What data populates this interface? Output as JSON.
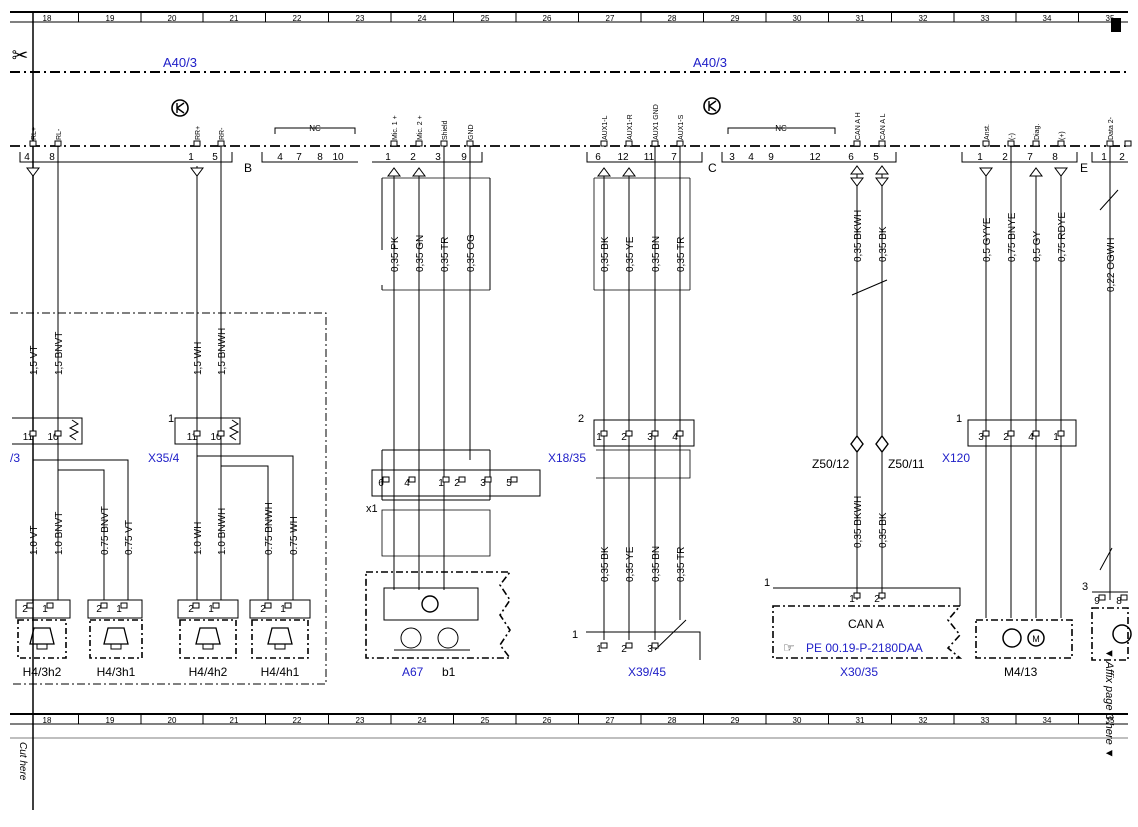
{
  "grid": {
    "columns": [
      "18",
      "19",
      "20",
      "21",
      "22",
      "23",
      "24",
      "25",
      "26",
      "27",
      "28",
      "29",
      "30",
      "31",
      "32",
      "33",
      "34",
      "35"
    ]
  },
  "headers": {
    "left_component": "A40/3",
    "right_component": "A40/3"
  },
  "connectors": {
    "b": "B",
    "c": "C",
    "e": "E"
  },
  "pins": {
    "b_pins": [
      {
        "label": "RL+",
        "num": "4"
      },
      {
        "label": "RL-",
        "num": "8"
      },
      {
        "label": "RR+",
        "num": "1"
      },
      {
        "label": "RR-",
        "num": "5"
      }
    ],
    "nc_left": [
      "4",
      "7",
      "8",
      "10"
    ],
    "mic_pins": [
      {
        "label": "Mic. 1 +",
        "num": "1"
      },
      {
        "label": "Mic. 2 +",
        "num": "2"
      },
      {
        "label": "Shield",
        "num": "3"
      },
      {
        "label": "GND",
        "num": "9"
      }
    ],
    "aux_pins": [
      {
        "label": "AUX1-L",
        "num": "6"
      },
      {
        "label": "AUX1-R",
        "num": "12"
      },
      {
        "label": "AUX1 GND",
        "num": "11"
      },
      {
        "label": "AUX1-S",
        "num": "7"
      }
    ],
    "nc_right": [
      "3",
      "4",
      "9",
      "12"
    ],
    "can_pins": [
      {
        "label": "CAN A H",
        "num": "6"
      },
      {
        "label": "CAN A L",
        "num": "5"
      }
    ],
    "fan_pins": [
      {
        "label": "Anst.",
        "num": "1"
      },
      {
        "label": "(-)",
        "num": "2"
      },
      {
        "label": "Diag.",
        "num": "7"
      },
      {
        "label": "(+)",
        "num": "8"
      }
    ],
    "e_pins": [
      {
        "label": "Data 2-",
        "num": "1"
      },
      {
        "label": "",
        "num": "2"
      }
    ],
    "nc_label": "NC"
  },
  "wires": {
    "rl": [
      "1,5 VT",
      "1,5 BNVT"
    ],
    "rr": [
      "1,5 WH",
      "1,5 BNWH"
    ],
    "mic": [
      "0,35 PK",
      "0,35 GN",
      "0,35 TR",
      "0,35 OG"
    ],
    "aux": [
      "0,35 BK",
      "0,35 YE",
      "0,35 BN",
      "0,35 TR"
    ],
    "aux_lower": [
      "0,35 BK",
      "0,35 YE",
      "0,35 BN",
      "0,35 TR"
    ],
    "can_upper": [
      "0,35 BKWH",
      "0,35 BK"
    ],
    "can_lower": [
      "0,35 BKWH",
      "0,35 BK"
    ],
    "fan": [
      "0,5 GYYE",
      "0,75 BNYE",
      "0,5 GY",
      "0,75 RDYE"
    ],
    "data": "0,22 OGWH",
    "h43": [
      "1.0 VT",
      "1.0 BNVT",
      "0.75 BNVT",
      "0.75 VT"
    ],
    "h44": [
      "1.0 WH",
      "1.0 BNWH",
      "0.75 BNWH",
      "0.75 WH"
    ]
  },
  "blocks": {
    "x353_label": "/3",
    "x353_pins": [
      "11",
      "10"
    ],
    "x354_label": "X35/4",
    "x354_pins": [
      "11",
      "10"
    ],
    "x354_num": "1",
    "x1835_label": "X18/35",
    "x1835_num": "2",
    "x1835_pins": [
      "1",
      "2",
      "3",
      "4"
    ],
    "x1_label": "x1",
    "x1_pins": [
      "6",
      "4",
      "1",
      "2",
      "3",
      "5"
    ],
    "z5012": "Z50/12",
    "z5011": "Z50/11",
    "x120_label": "X120",
    "x120_num": "1",
    "x120_pins": [
      "3",
      "2",
      "4",
      "1"
    ],
    "x3945_label": "X39/45",
    "x3945_num": "1",
    "x3945_pins": [
      "1",
      "2",
      "3"
    ],
    "x3035_label": "X30/35",
    "x3035_num": "1",
    "x3035_pins": [
      "1",
      "2"
    ],
    "can_box_title": "CAN A",
    "can_box_ref": "PE 00.19-P-2180DAA",
    "m413_label": "M4/13",
    "right_num": "3",
    "right_pins": [
      "9",
      "8"
    ],
    "a67_label": "A67",
    "b1_label": "b1",
    "speakers": [
      "H4/3h2",
      "H4/3h1",
      "H4/4h2",
      "H4/4h1"
    ],
    "speaker_pins": [
      "2",
      "1"
    ]
  },
  "margin_notes": {
    "cut_here": "Cut here",
    "affix": "▼ Affix page 3 here ▼"
  },
  "colors": {
    "line": "#000000",
    "link": "#2020c8"
  }
}
